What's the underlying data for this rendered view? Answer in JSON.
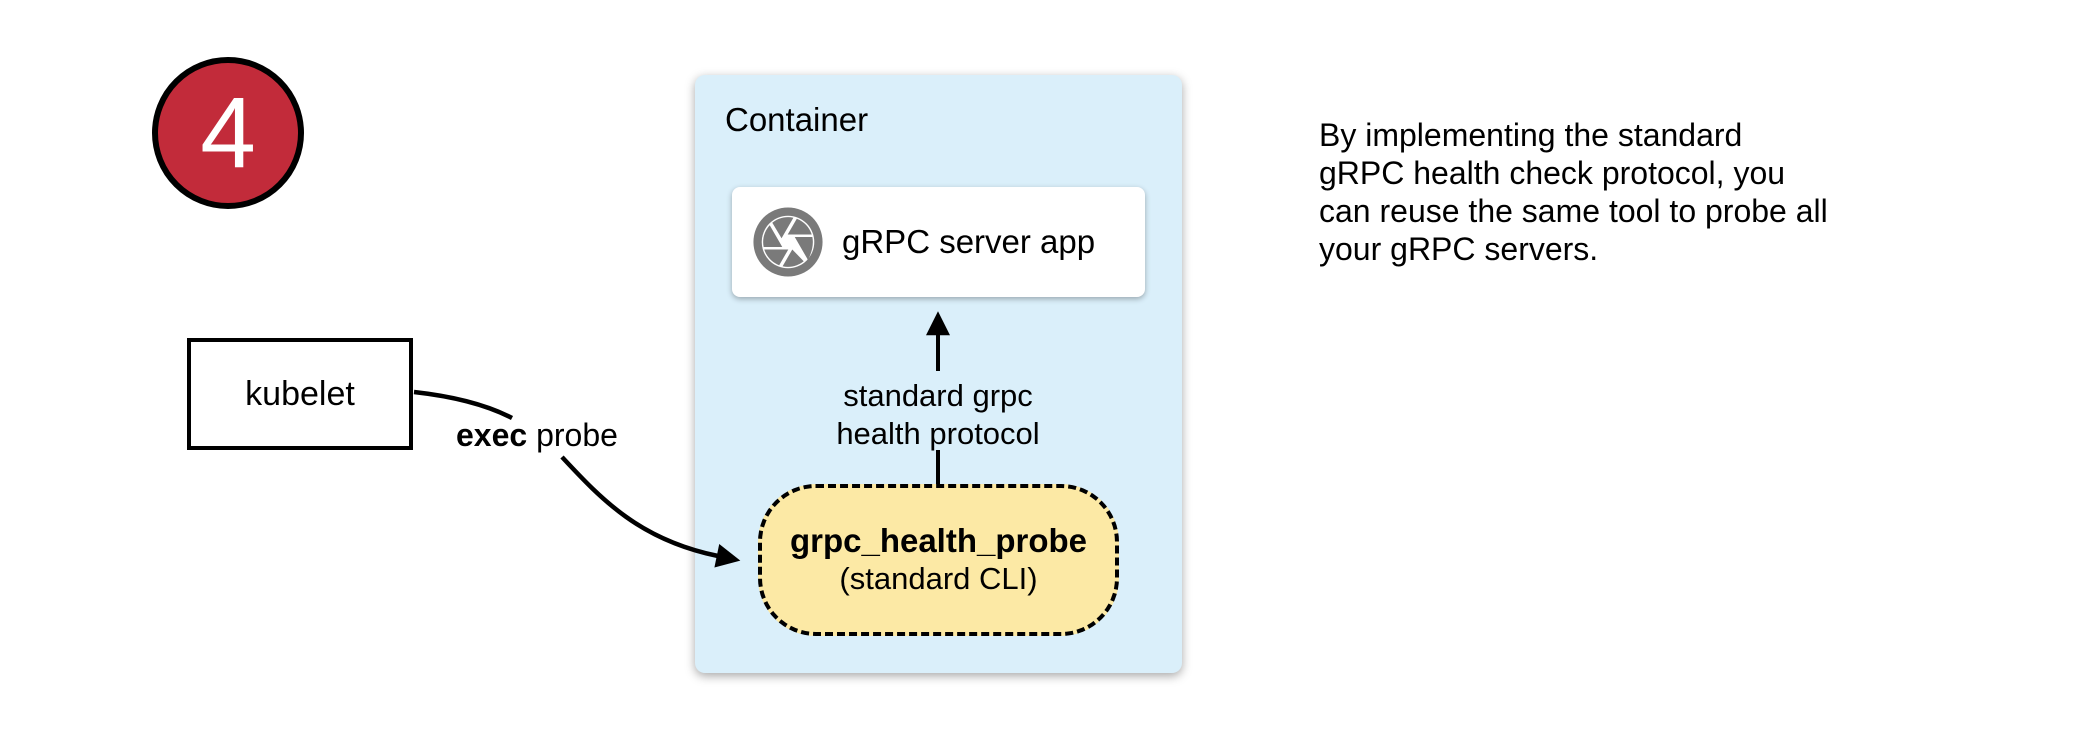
{
  "step_badge": {
    "number": "4"
  },
  "kubelet_box": {
    "label": "kubelet"
  },
  "exec_probe_label": {
    "bold": "exec",
    "rest": " probe"
  },
  "container_box": {
    "title": "Container"
  },
  "grpc_server_box": {
    "label": "gRPC server app",
    "icon": "aperture-icon"
  },
  "health_protocol_arrow": {
    "label": "standard grpc\nhealth protocol"
  },
  "probe_box": {
    "name": "grpc_health_probe",
    "subtitle": "(standard CLI)"
  },
  "side_note": {
    "text": "By implementing the standard\ngRPC health check protocol, you\ncan reuse the same tool to probe all\nyour gRPC servers."
  },
  "colors": {
    "badge_red": "#c22b3a",
    "container_blue": "#daeffa",
    "probe_yellow": "#fce9a5",
    "icon_gray": "#7a7a7a",
    "line_black": "#000000"
  }
}
